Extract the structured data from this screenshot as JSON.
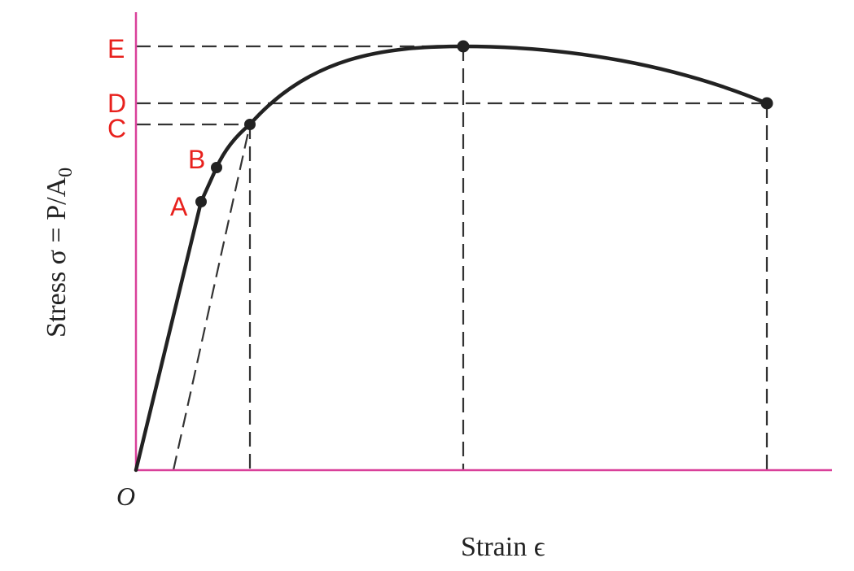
{
  "colors": {
    "axis": "#d9409a",
    "label": "#e8211d",
    "curve": "#222222",
    "guide": "#333333"
  },
  "axes": {
    "y_label": "Stress σ = P/A",
    "y_label_subscript": "0",
    "x_label": "Strain ϵ",
    "origin": "O"
  },
  "stress_levels": [
    {
      "label": "E"
    },
    {
      "label": "D"
    },
    {
      "label": "C"
    },
    {
      "label": "B"
    },
    {
      "label": "A"
    }
  ],
  "curve_points": [
    {
      "name": "A",
      "symbol": "dot"
    },
    {
      "name": "B",
      "symbol": "dot"
    },
    {
      "name": "C",
      "symbol": "dot"
    },
    {
      "name": "ultimate",
      "symbol": "dot"
    },
    {
      "name": "fracture",
      "symbol": "dot"
    }
  ]
}
